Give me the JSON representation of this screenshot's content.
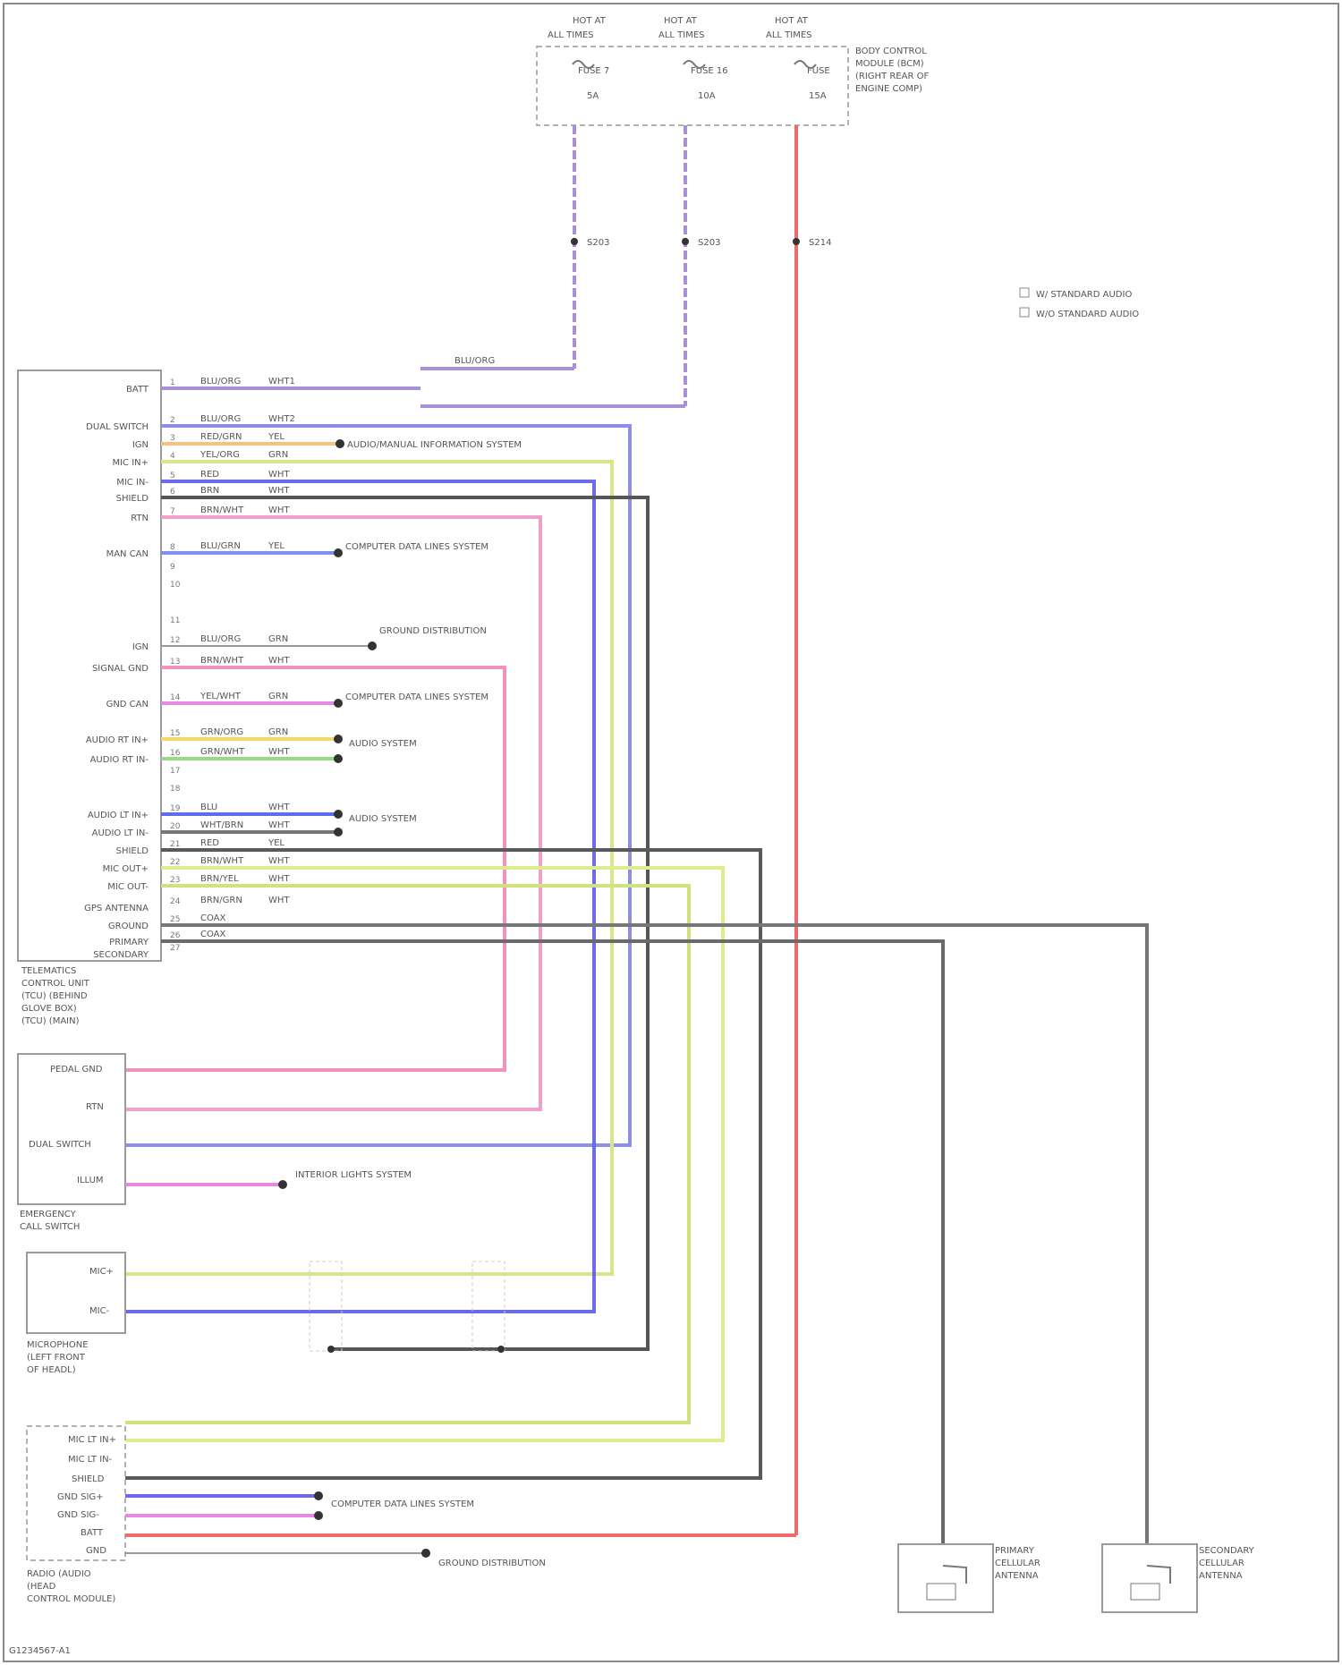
{
  "header": {
    "fuses": [
      {
        "id": "fuse-a",
        "top": "HOT AT",
        "mid": "ALL TIMES",
        "name": "FUSE 7",
        "amp": "5A"
      },
      {
        "id": "fuse-b",
        "top": "HOT AT",
        "mid": "ALL TIMES",
        "name": "FUSE 16",
        "amp": "10A"
      },
      {
        "id": "fuse-c",
        "top": "HOT AT",
        "mid": "ALL TIMES",
        "name": "FUSE",
        "amp": "15A"
      }
    ],
    "fuse_box_label": [
      "BODY CONTROL",
      "MODULE (BCM)",
      "(RIGHT REAR OF",
      "ENGINE COMP)"
    ]
  },
  "legend": [
    "W/ STANDARD AUDIO",
    "W/O STANDARD AUDIO"
  ],
  "splices": [
    "S203",
    "S203",
    "S214"
  ],
  "modules": {
    "telematics": {
      "label": [
        "TELEMATICS",
        "CONTROL UNIT",
        "(TCU) (BEHIND",
        "GLOVE BOX)",
        "(TCU) (MAIN)"
      ],
      "pins": [
        "BATT",
        "DUAL SWITCH",
        "IGN",
        "MIC IN+",
        "MIC IN-",
        "SHIELD",
        "RTN",
        "MAN CAN",
        "",
        "",
        "",
        "IGN",
        "SIGNAL GND",
        "GND CAN",
        "AUDIO RT IN+",
        "AUDIO RT IN-",
        "",
        "",
        "AUDIO LT IN+",
        "AUDIO LT IN-",
        "SHIELD",
        "MIC OUT+",
        "MIC OUT-",
        "GPS ANTENNA",
        "GROUND",
        "PRIMARY",
        "SECONDARY"
      ]
    },
    "emergency": {
      "label": [
        "EMERGENCY",
        "CALL SWITCH"
      ],
      "pins": [
        "PEDAL GND",
        "RTN",
        "DUAL SWITCH",
        "ILLUM"
      ]
    },
    "microphone": {
      "label": [
        "MICROPHONE",
        "(LEFT FRONT",
        "OF HEADL)"
      ],
      "pins": [
        "MIC+",
        "MIC-"
      ]
    },
    "radio": {
      "label": [
        "RADIO (AUDIO",
        "(HEAD",
        "CONTROL MODULE)"
      ],
      "pins": [
        "MIC LT IN+",
        "MIC LT IN-",
        "SHIELD",
        "GND SIG+",
        "GND SIG-",
        "BATT",
        "GND"
      ]
    },
    "primary_antenna": {
      "label": [
        "PRIMARY",
        "CELLULAR",
        "ANTENNA"
      ]
    },
    "secondary_antenna": {
      "label": [
        "SECONDARY",
        "CELLULAR",
        "ANTENNA"
      ]
    }
  },
  "tcu_wire_labels": [
    {
      "color": "BLU/ORG",
      "code": "WHT1"
    },
    {
      "color": "BLU/ORG",
      "code": "WHT2"
    },
    {
      "color": "RED/GRN",
      "code": "YEL"
    },
    {
      "color": "YEL/ORG",
      "code": "GRN"
    },
    {
      "color": "RED",
      "code": "WHT"
    },
    {
      "color": "BRN",
      "code": "WHT"
    },
    {
      "color": "BRN/WHT",
      "code": "WHT"
    },
    {
      "color": "BLU/GRN",
      "code": "YEL"
    },
    {
      "color": "BLU/ORG",
      "code": "GRN"
    },
    {
      "color": "BRN/WHT",
      "code": "WHT"
    },
    {
      "color": "YEL/WHT",
      "code": "GRN"
    },
    {
      "color": "GRN/ORG",
      "code": "GRN"
    },
    {
      "color": "GRN/WHT",
      "code": "WHT"
    },
    {
      "color": "BLU",
      "code": "WHT"
    },
    {
      "color": "WHT/BRN",
      "code": "WHT"
    },
    {
      "color": "RED",
      "code": "YEL"
    },
    {
      "color": "BRN/WHT",
      "code": "WHT"
    },
    {
      "color": "BRN/YEL",
      "code": "WHT"
    },
    {
      "color": "BRN/GRN",
      "code": "WHT"
    },
    {
      "color": "COAX",
      "code": ""
    },
    {
      "color": "COAX",
      "code": ""
    }
  ],
  "annotations": {
    "audio_system_top": "AUDIO/MANUAL INFORMATION SYSTEM",
    "computer_data_1": "COMPUTER DATA LINES SYSTEM",
    "ground_g": "GROUND DISTRIBUTION",
    "computer_data_2": "COMPUTER DATA LINES SYSTEM",
    "radio_system": "AUDIO SYSTEM",
    "ambient_light": "INTERIOR LIGHTS SYSTEM",
    "computer_data_3": "COMPUTER DATA LINES SYSTEM",
    "ground_radio": "GROUND DISTRIBUTION",
    "upper_blu_org": "BLU/ORG"
  },
  "footer": "G1234567-A1"
}
